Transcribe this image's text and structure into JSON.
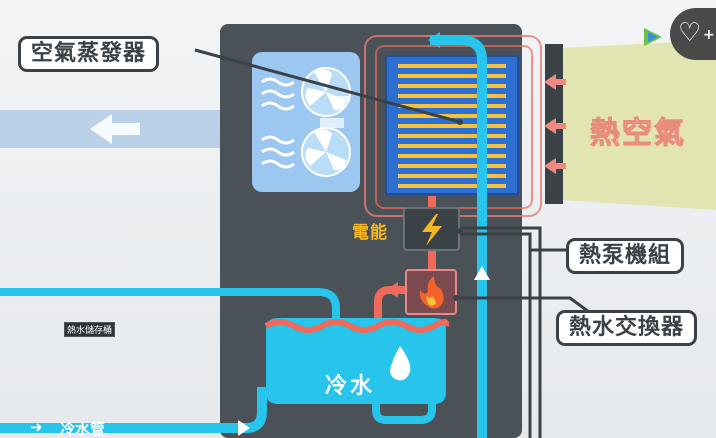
{
  "labels": {
    "evaporator": "空氣蒸發器",
    "heat_pump": "熱泵機組",
    "heat_exchanger": "熱水交換器",
    "hot_air": "熱空氣",
    "power": "電能",
    "cold_water": "冷水",
    "tank": "熱水儲存桶",
    "cold_pipe": "冷水管"
  },
  "colors": {
    "unit_body": "#4a5257",
    "cold_blue": "#27c4ec",
    "hot_red": "#f06a5b",
    "evap_blue": "#2d6fd0",
    "coil_yellow": "#f6c23a",
    "fan_bg": "#9cc7f0",
    "hot_air_band": "#dfe3a6",
    "callout_border": "#3b4247",
    "power_yellow": "#f6b620"
  },
  "icons": {
    "fan": "fan-icon",
    "lightning": "lightning-icon",
    "flame": "flame-icon",
    "water_drop": "water-drop-icon",
    "favorite": "heart-plus-icon",
    "logo": "video-logo-icon"
  }
}
